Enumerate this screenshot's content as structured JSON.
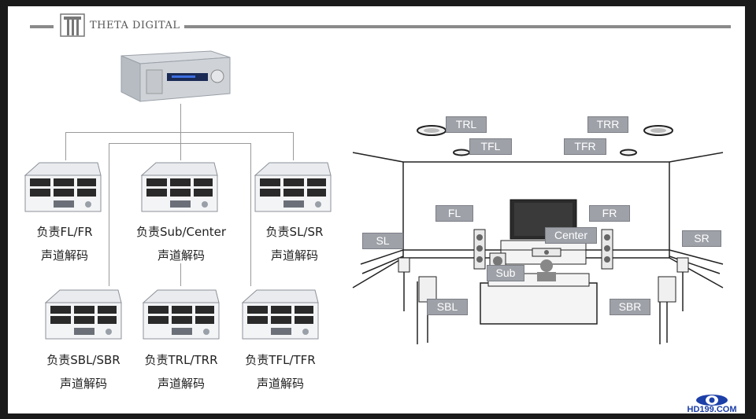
{
  "header": {
    "brand": "THETA DIGITAL"
  },
  "units": [
    {
      "caption_line1": "负责FL/FR",
      "caption_line2": "声道解码"
    },
    {
      "caption_line1": "负责Sub/Center",
      "caption_line2": "声道解码"
    },
    {
      "caption_line1": "负责SL/SR",
      "caption_line2": "声道解码"
    },
    {
      "caption_line1": "负责SBL/SBR",
      "caption_line2": "声道解码"
    },
    {
      "caption_line1": "负责TRL/TRR",
      "caption_line2": "声道解码"
    },
    {
      "caption_line1": "负责TFL/TFR",
      "caption_line2": "声道解码"
    }
  ],
  "speakers": {
    "trl": "TRL",
    "trr": "TRR",
    "tfl": "TFL",
    "tfr": "TFR",
    "fl": "FL",
    "fr": "FR",
    "center": "Center",
    "sl": "SL",
    "sr": "SR",
    "sub": "Sub",
    "sbl": "SBL",
    "sbr": "SBR"
  },
  "watermark": "HD199.COM",
  "colors": {
    "label_bg": "#9ea1a8",
    "line": "#9a9a9a",
    "watermark": "#1c3fa8"
  }
}
